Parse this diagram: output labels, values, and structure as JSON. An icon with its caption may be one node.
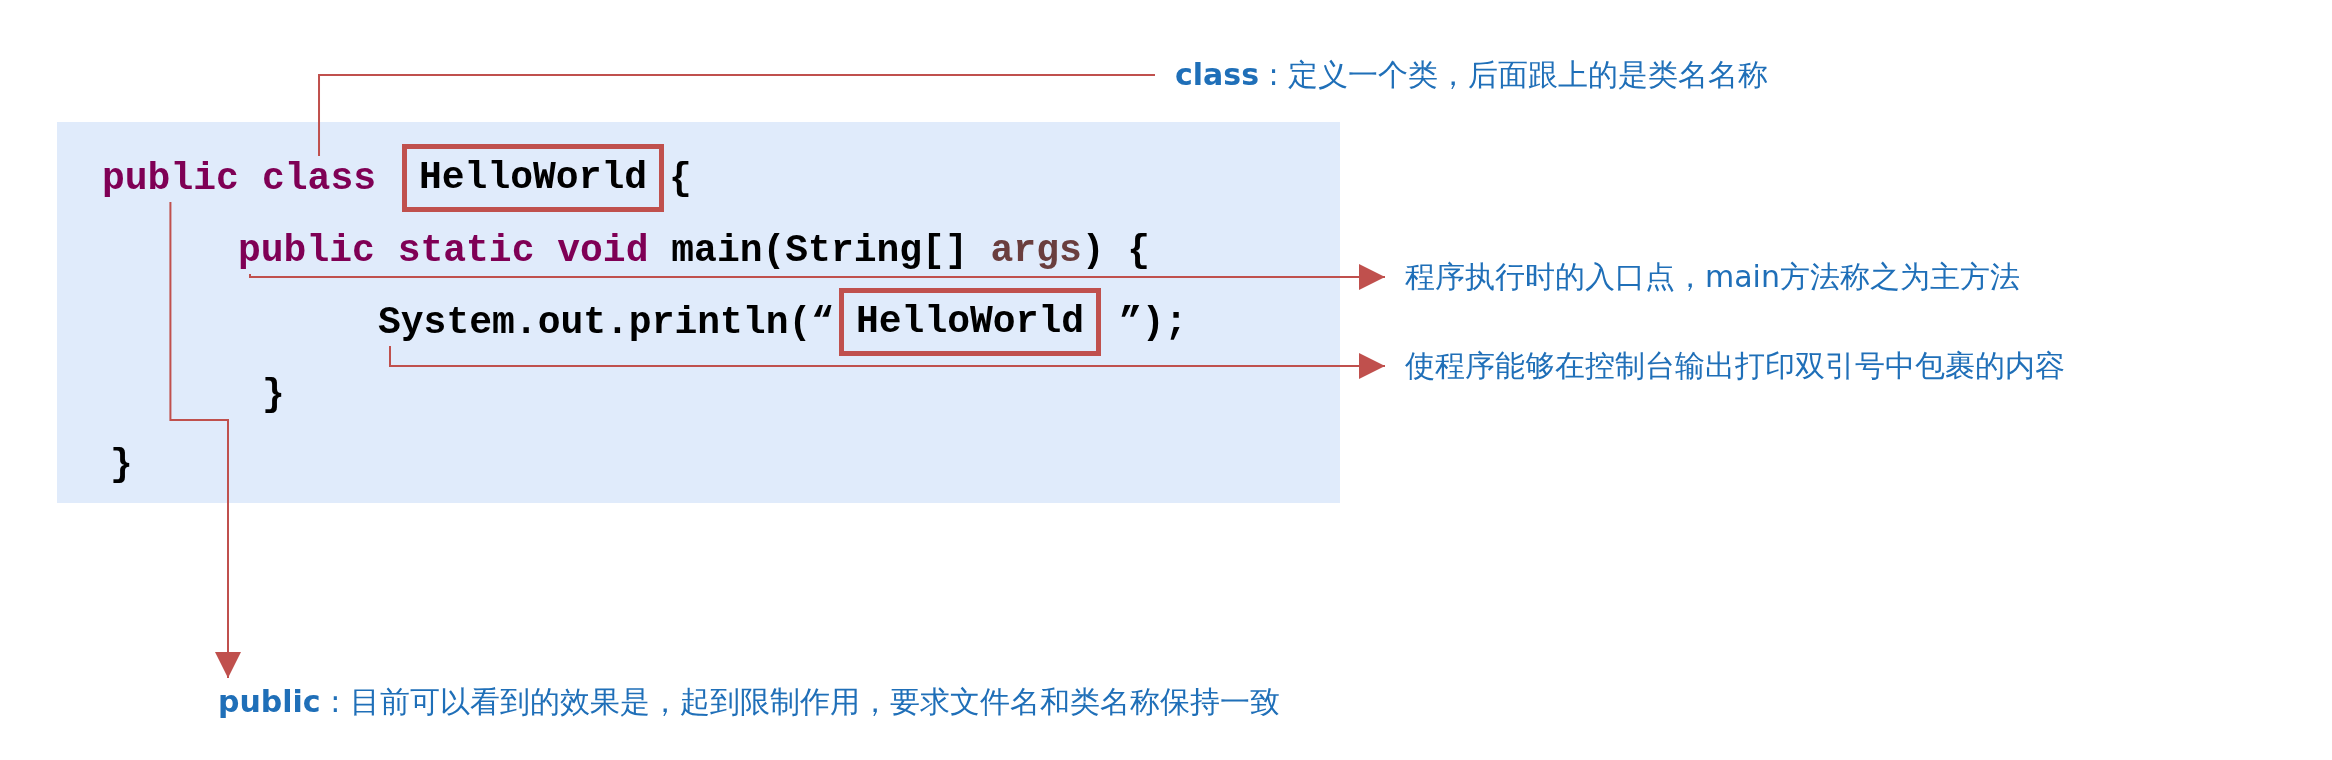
{
  "diagram": {
    "nodes": [
      {
        "text": [],
        "shape": "box"
      },
      {
        "text": [
          "public"
        ],
        "in": 0
      },
      {
        "text": [
          "class"
        ],
        "in": 0
      },
      {
        "text": [
          "HelloWorld"
        ],
        "in": 0
      },
      {
        "text": [
          "public static void",
          "main(String[]",
          "args",
          ") {"
        ],
        "in": 0
      },
      {
        "text": [
          "System.out.println(“"
        ],
        "in": 0
      },
      {
        "text": [
          "HelloWorld"
        ],
        "in": 0
      },
      {
        "text": [
          "**class** : 定义一个类，后面跟上的是类名名称"
        ]
      },
      {
        "text": [
          "程序执行时的入口点，main方法称之为主方法"
        ]
      },
      {
        "text": [
          "使程序能够在控制台输出打印双引号中包裹的内容"
        ]
      },
      {
        "text": [
          "**public** : 目前可以看到的效果是，起到限制作用，要求文件名和类名称保持一致"
        ]
      }
    ],
    "edges": [
      {
        "from": 2,
        "to": 7,
        "arrow": "none"
      },
      {
        "from": 4,
        "to": 8,
        "arrow": "to"
      },
      {
        "from": 5,
        "to": 9,
        "arrow": "to"
      },
      {
        "from": 1,
        "to": 10,
        "arrow": "to"
      }
    ],
    "labels": [
      "{",
      "”);",
      "}",
      "}"
    ]
  }
}
